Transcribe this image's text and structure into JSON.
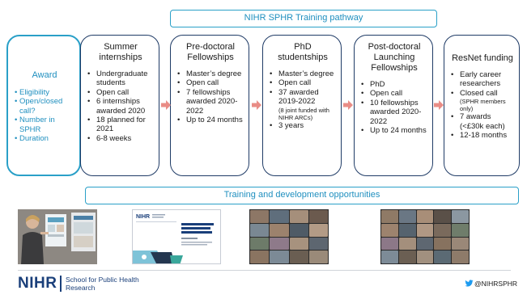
{
  "pathway_title": "NIHR SPHR Training pathway",
  "training_title": "Training and development opportunities",
  "cards": [
    {
      "title": "Award",
      "items": [
        "Eligibility",
        "Open/closed call?",
        "Number in SPHR",
        "Duration"
      ]
    },
    {
      "title": "Summer internships",
      "items": [
        "Undergraduate students",
        "Open call",
        "6 internships awarded 2020",
        "18 planned for 2021",
        "6-8 weeks"
      ]
    },
    {
      "title": "Pre-doctoral Fellowships",
      "items": [
        "Master’s degree",
        "Open call",
        "7 fellowships awarded 2020-2022",
        "Up to 24 months"
      ]
    },
    {
      "title": "PhD studentships",
      "items": [
        "Master’s degree",
        "Open call",
        "37 awarded 2019-2022"
      ],
      "note": "(8 joint funded with NIHR ARCs)",
      "items_after": [
        "3 years"
      ]
    },
    {
      "title": "Post-doctoral Launching Fellowships",
      "items": [
        "PhD",
        "Open call",
        "10 fellowships awarded 2020-2022",
        "Up to 24 months"
      ]
    },
    {
      "title": "ResNet funding",
      "items": [
        "Early career researchers",
        "Closed call"
      ],
      "note": "(SPHR members only)",
      "items_after": [
        "7 awards (<£30k each)",
        "12-18 months"
      ]
    }
  ],
  "footer": {
    "logo": "NIHR",
    "school": "School for Public Health Research",
    "twitter": "@NIHRSPHR"
  },
  "colors": {
    "accent": "#2aa0c8",
    "navy": "#1f3b66",
    "arrow": "#e98c86"
  },
  "icons": [
    "right-arrow-icon",
    "twitter-icon"
  ]
}
